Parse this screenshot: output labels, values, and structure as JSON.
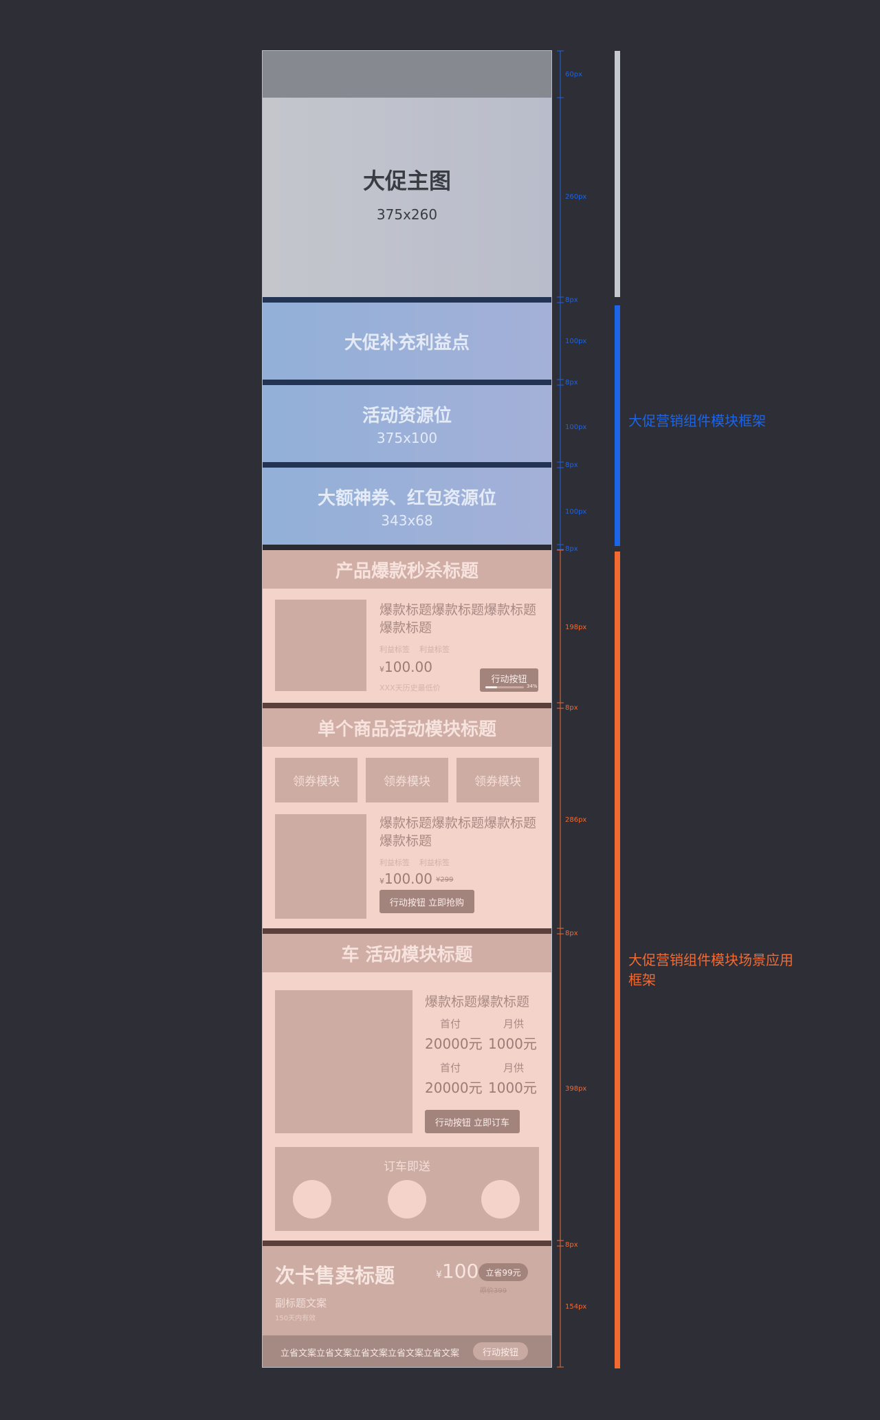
{
  "hero": {
    "title": "大促主图",
    "size": "375x260"
  },
  "benefit": {
    "title": "大促补充利益点"
  },
  "resource": {
    "title": "活动资源位",
    "size": "375x100"
  },
  "coupon": {
    "title": "大额神券、红包资源位",
    "size": "343x68"
  },
  "seckill": {
    "title": "产品爆款秒杀标题",
    "product_title": "爆款标题爆款标题爆款标题爆款标题",
    "tag1": "利益标签",
    "tag2": "利益标签",
    "currency": "¥",
    "price": "100.00",
    "lowest_text": "XXX天历史最低价",
    "button": "行动按钮",
    "progress": 0.3,
    "progress_text": "34%"
  },
  "single": {
    "title": "单个商品活动模块标题",
    "coupons": [
      "领券模块",
      "领券模块",
      "领券模块"
    ],
    "product_title": "爆款标题爆款标题爆款标题爆款标题",
    "tag1": "利益标签",
    "tag2": "利益标签",
    "currency": "¥",
    "price": "100.00",
    "orig_price": "¥299",
    "button": "行动按钮 立即抢购"
  },
  "car": {
    "title": "车 活动模块标题",
    "product_title": "爆款标题爆款标题",
    "rows": [
      {
        "label1": "首付",
        "val1": "20000元",
        "label2": "月供",
        "val2": "1000元"
      },
      {
        "label1": "首付",
        "val1": "20000元",
        "label2": "月供",
        "val2": "1000元"
      }
    ],
    "button": "行动按钮 立即订车",
    "gift_title": "订车即送"
  },
  "card": {
    "title": "次卡售卖标题",
    "currency": "¥",
    "price": "100",
    "save_badge": "立省99元",
    "orig_price": "原价399",
    "subtitle": "副标题文案",
    "validity": "150天内有效",
    "bottom_text": "立省文案立省文案立省文案立省文案立省文案",
    "bottom_button": "行动按钮"
  },
  "annotations": {
    "h60": "60px",
    "h260": "260px",
    "g1": "8px",
    "h100a": "100px",
    "g2": "8px",
    "h100b": "100px",
    "g3": "8px",
    "h100c": "100px",
    "g4": "8px",
    "h198": "198px",
    "g5": "8px",
    "h286": "286px",
    "g6": "8px",
    "h398": "398px",
    "g7": "8px",
    "h154": "154px"
  },
  "labels": {
    "blue_label": "大促营销组件模块框架",
    "orange_label_line1": "大促营销组件模块场景应用",
    "orange_label_line2": "框架"
  },
  "colors": {
    "blue_accent": "#1c64e8",
    "orange_accent": "#f26a32",
    "gray_bar": "#c6c8d0"
  }
}
